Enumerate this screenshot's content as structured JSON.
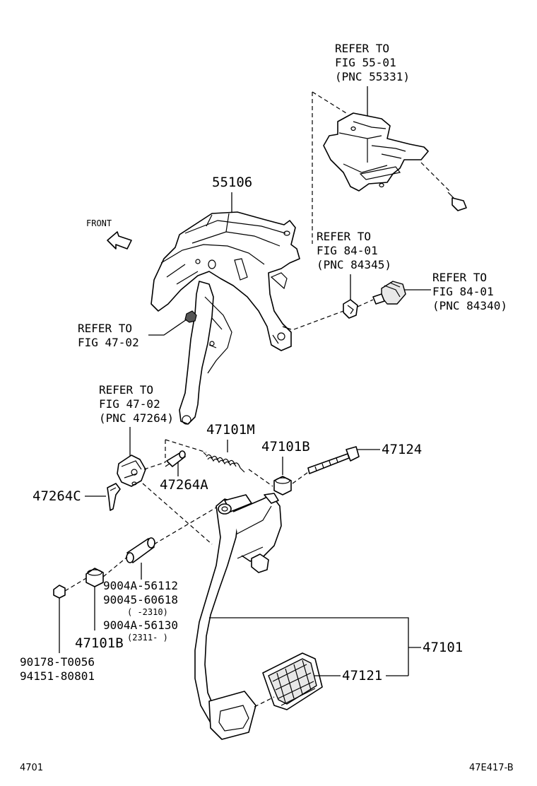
{
  "diagram": {
    "front_label": "FRONT",
    "references": {
      "fig_55_01": [
        "REFER TO",
        "FIG 55-01",
        "(PNC 55331)"
      ],
      "fig_84_01_a": [
        "REFER TO",
        "FIG 84-01",
        "(PNC 84345)"
      ],
      "fig_84_01_b": [
        "REFER TO",
        "FIG 84-01",
        "(PNC 84340)"
      ],
      "fig_47_02_a": [
        "REFER TO",
        "FIG 47-02"
      ],
      "fig_47_02_b": [
        "REFER TO",
        "FIG 47-02",
        "(PNC 47264)"
      ]
    },
    "parts": {
      "p55106": "55106",
      "p47101M": "47101M",
      "p47101B_top": "47101B",
      "p47124": "47124",
      "p47264C": "47264C",
      "p47264A": "47264A",
      "p47101B_bottom": "47101B",
      "p47101": "47101",
      "p47121": "47121",
      "p9004A_56112": "9004A-56112",
      "p90045_60618": "90045-60618",
      "range_2310": "(      -2310)",
      "p9004A_56130": "9004A-56130",
      "range_2311": "(2311-      )",
      "p90178_T0056": "90178-T0056",
      "p94151_80801": "94151-80801"
    },
    "footer": {
      "left": "4701",
      "right": "47E417-B"
    }
  }
}
